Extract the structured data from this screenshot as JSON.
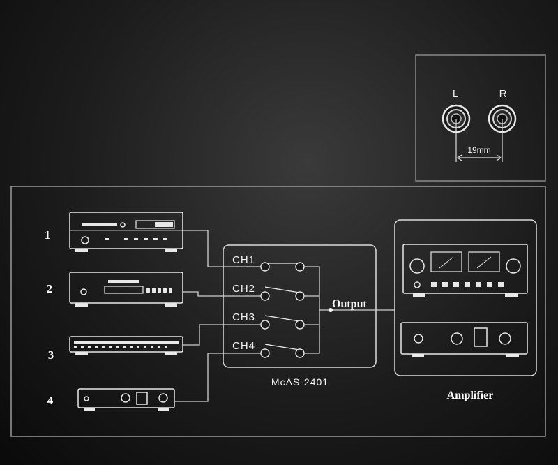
{
  "jacks": {
    "left_label": "L",
    "right_label": "R",
    "spacing_label": "19mm"
  },
  "sources": [
    {
      "number": "1"
    },
    {
      "number": "2"
    },
    {
      "number": "3"
    },
    {
      "number": "4"
    }
  ],
  "switcher": {
    "channels": [
      "CH1",
      "CH2",
      "CH3",
      "CH4"
    ],
    "output_label": "Output",
    "model": "McAS-2401"
  },
  "amplifier": {
    "label": "Amplifier"
  },
  "colors": {
    "line": "#cfcfcf",
    "device": "#e8e8e8",
    "frame": "#9a9a9a"
  }
}
